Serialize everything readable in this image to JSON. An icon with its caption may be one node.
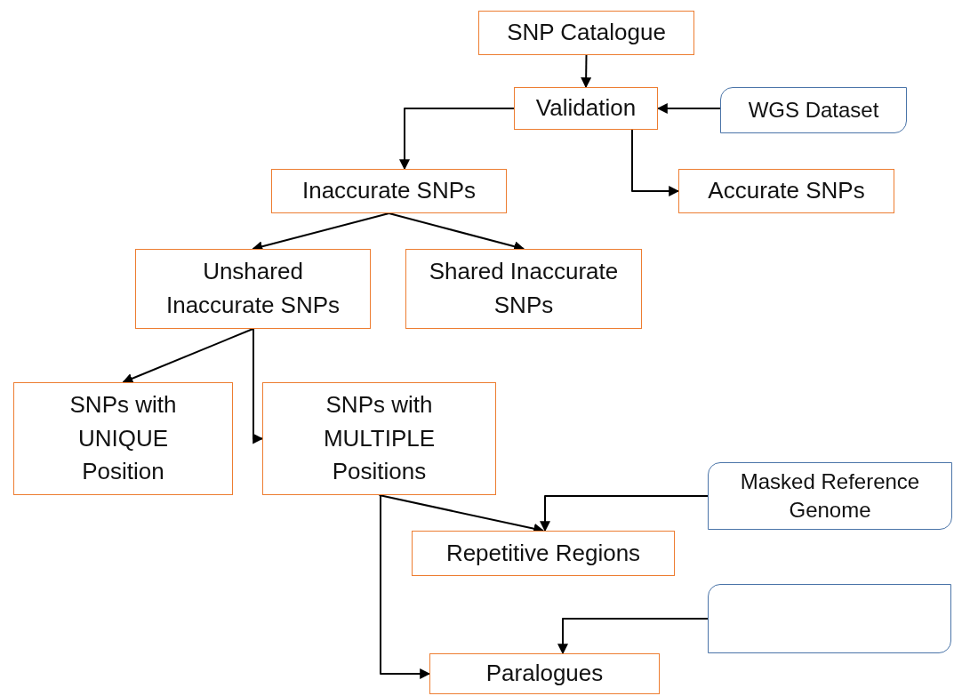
{
  "diagram": {
    "nodes": [
      {
        "text": [
          "SNP Catalogue"
        ]
      },
      {
        "text": [
          "Validation"
        ]
      },
      {
        "text": [
          "WGS Dataset"
        ]
      },
      {
        "text": [
          "Inaccurate SNPs"
        ]
      },
      {
        "text": [
          "Accurate SNPs"
        ]
      },
      {
        "text": [
          "Unshared Inaccurate SNPs"
        ]
      },
      {
        "text": [
          "Shared Inaccurate SNPs"
        ]
      },
      {
        "text": [
          "SNPs with UNIQUE Position"
        ]
      },
      {
        "text": [
          "SNPs with MULTIPLE Positions"
        ]
      },
      {
        "text": [
          "Masked Reference Genome"
        ]
      },
      {
        "text": [
          "Repetitive Regions"
        ]
      },
      {
        "text": [],
        "shape": "box"
      },
      {
        "text": [
          "Paralogues"
        ]
      }
    ],
    "edges": [
      {
        "from": 0,
        "to": 1,
        "arrow": "to"
      },
      {
        "from": 2,
        "to": 1,
        "arrow": "to"
      },
      {
        "from": 1,
        "to": 3,
        "arrow": "to"
      },
      {
        "from": 1,
        "to": 4,
        "arrow": "to"
      },
      {
        "from": 3,
        "to": 5,
        "arrow": "to"
      },
      {
        "from": 3,
        "to": 6,
        "arrow": "to"
      },
      {
        "from": 5,
        "to": 7,
        "arrow": "to"
      },
      {
        "from": 5,
        "to": 8,
        "arrow": "to"
      },
      {
        "from": 8,
        "to": 10,
        "arrow": "to"
      },
      {
        "from": 8,
        "to": 12,
        "arrow": "to"
      },
      {
        "from": 9,
        "to": 10,
        "arrow": "to"
      },
      {
        "from": 11,
        "to": 12,
        "arrow": "to"
      }
    ]
  }
}
